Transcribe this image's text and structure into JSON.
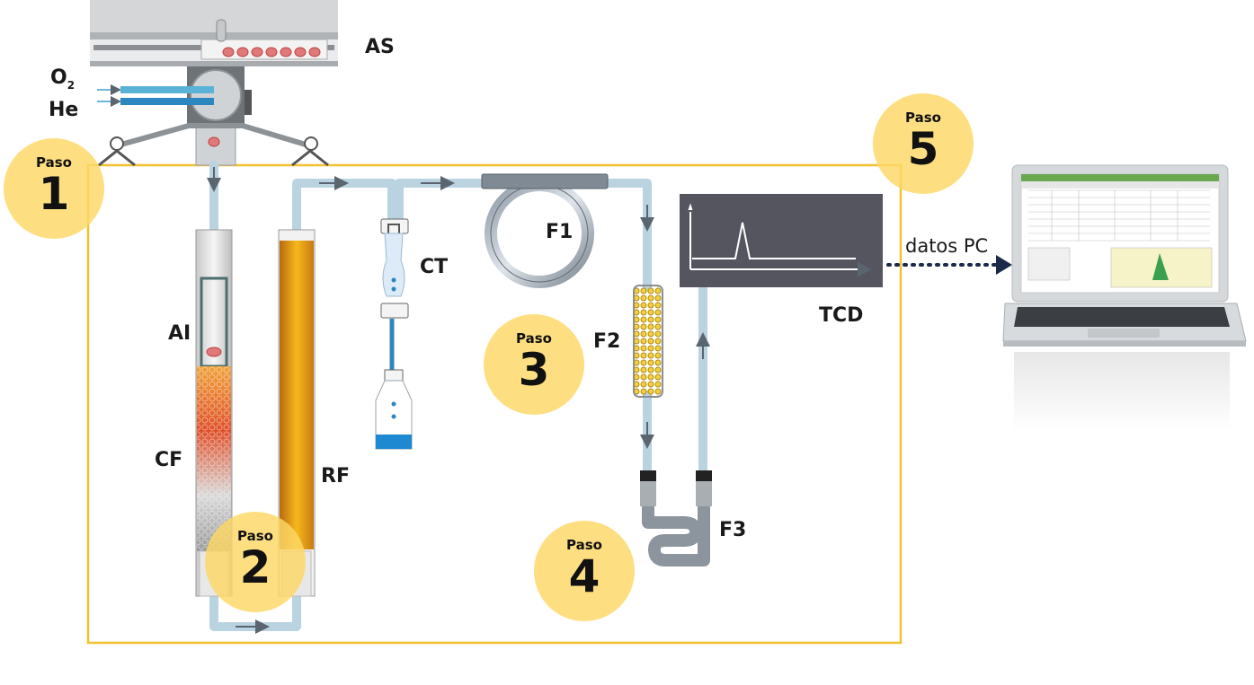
{
  "labels": {
    "as": "AS",
    "o2_letter": "O",
    "o2_sub": "2",
    "he": "He",
    "ai": "AI",
    "cf": "CF",
    "rf": "RF",
    "ct": "CT",
    "f1": "F1",
    "f2": "F2",
    "f3": "F3",
    "tcd": "TCD",
    "datos_pc": "datos PC"
  },
  "steps": [
    {
      "word": "Paso",
      "number": "1"
    },
    {
      "word": "Paso",
      "number": "2"
    },
    {
      "word": "Paso",
      "number": "3"
    },
    {
      "word": "Paso",
      "number": "4"
    },
    {
      "word": "Paso",
      "number": "5"
    }
  ],
  "colors": {
    "frame": "#f2c22e",
    "badge": "#fdd866",
    "tube": "#b9d3e0",
    "arrow": "#5a6570",
    "detector": "#555560",
    "signal": "#ffffff",
    "gas_line": "#3aa0d0",
    "dotted_link": "#1b2a4a"
  }
}
